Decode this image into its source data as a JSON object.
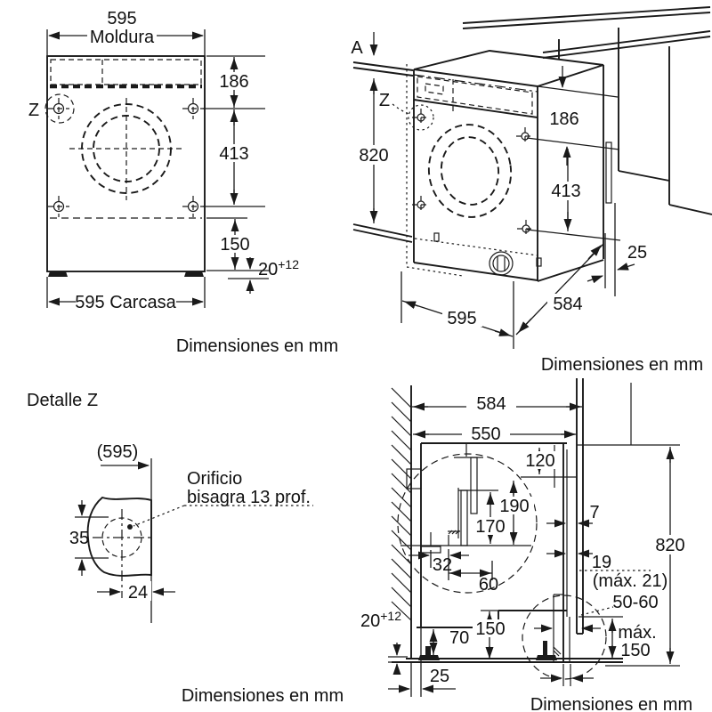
{
  "front": {
    "v595": "595",
    "moldura": "Moldura",
    "d186": "186",
    "d413": "413",
    "d150": "150",
    "d20": "20",
    "d20sup": "+12",
    "carcasa": "595 Carcasa",
    "z": "Z",
    "caption": "Dimensiones en mm"
  },
  "persp": {
    "a": "A",
    "z": "Z",
    "d820": "820",
    "d186": "186",
    "d413": "413",
    "d595": "595",
    "d584": "584",
    "d25": "25",
    "caption": "Dimensiones en mm"
  },
  "detail": {
    "title": "Detalle Z",
    "v595": "(595)",
    "d35": "35",
    "d24": "24",
    "note1": "Orificio",
    "note2": "bisagra 13 prof.",
    "caption": "Dimensiones en mm"
  },
  "section": {
    "d584": "584",
    "d550": "550",
    "d120": "120",
    "d190": "190",
    "d170": "170",
    "d7": "7",
    "d820": "820",
    "d19": "19",
    "d19max": "(máx. 21)",
    "d5060": "50-60",
    "d32": "32",
    "d60": "60",
    "d20": "20",
    "d20sup": "+12",
    "d70": "70",
    "d150": "150",
    "dmax1": "máx.",
    "dmax2": "150",
    "d25": "25",
    "caption": "Dimensiones en mm"
  }
}
